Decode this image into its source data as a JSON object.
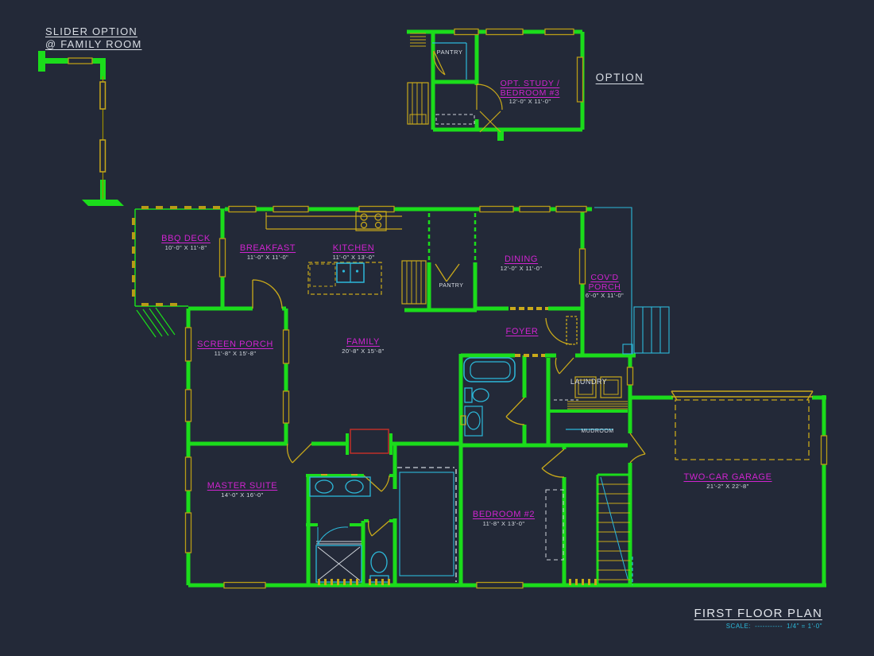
{
  "palette": {
    "background": "#232938",
    "wall_green": "#1bdc1b",
    "detail_yellow": "#c9a91a",
    "window_yellow": "#b89b16",
    "fixture_cyan": "#2cb9da",
    "label_magenta": "#d024d0",
    "text_white": "#d8dde4",
    "fireplace_red": "#c03028"
  },
  "annotations": {
    "slider_option_line1": "SLIDER OPTION",
    "slider_option_line2": "@ FAMILY ROOM",
    "option_label": "OPTION"
  },
  "option_plan": {
    "pantry": "PANTRY",
    "study": {
      "name": "OPT. STUDY / BEDROOM #3",
      "dims": "12'-0\" X 11'-0\""
    }
  },
  "rooms": {
    "bbq_deck": {
      "name": "BBQ DECK",
      "dims": "10'-0\" X 11'-8\""
    },
    "breakfast": {
      "name": "BREAKFAST",
      "dims": "11'-0\" X 11'-0\""
    },
    "kitchen": {
      "name": "KITCHEN",
      "dims": "11'-0\" X 13'-0\""
    },
    "pantry": {
      "name": "PANTRY"
    },
    "dining": {
      "name": "DINING",
      "dims": "12'-0\" X 11'-0\""
    },
    "covd_porch": {
      "name": "COV'D PORCH",
      "dims": "6'-0\" X 11'-0\""
    },
    "foyer": {
      "name": "FOYER"
    },
    "screen_porch": {
      "name": "SCREEN PORCH",
      "dims": "11'-8\" X 15'-8\""
    },
    "family": {
      "name": "FAMILY",
      "dims": "20'-8\" X 15'-8\""
    },
    "laundry": {
      "name": "LAUNDRY"
    },
    "mudroom": {
      "name": "MUDROOM"
    },
    "master_suite": {
      "name": "MASTER SUITE",
      "dims": "14'-0\" X 16'-0\""
    },
    "bedroom_2": {
      "name": "BEDROOM #2",
      "dims": "11'-8\" X 13'-0\""
    },
    "garage": {
      "name": "TWO-CAR GARAGE",
      "dims": "21'-2\" X 22'-8\""
    }
  },
  "title_block": {
    "title": "FIRST FLOOR PLAN",
    "scale_label": "SCALE:",
    "scale_dashes": "-----------",
    "scale_value": "1/4\" = 1'-0\""
  }
}
